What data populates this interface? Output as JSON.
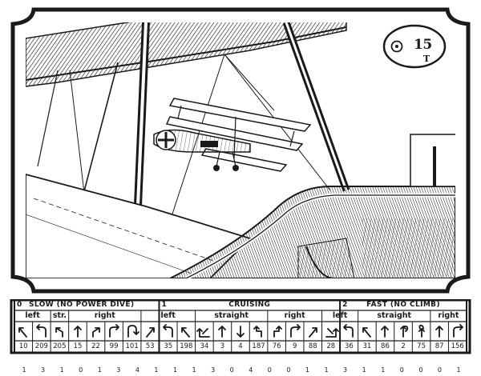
{
  "card": {
    "badge_number": "15",
    "badge_letter": "T"
  },
  "sections": [
    {
      "id": "0",
      "label": "SLOW (NO POWER DIVE)"
    },
    {
      "id": "1",
      "label": "CRUISING"
    },
    {
      "id": "2",
      "label": "FAST (NO CLIMB)"
    }
  ],
  "subheaders": [
    {
      "label": "left",
      "span": 2
    },
    {
      "label": "str.",
      "span": 1
    },
    {
      "label": "right",
      "span": 4
    },
    {
      "label": "left",
      "span": 3
    },
    {
      "label": "straight",
      "span": 4
    },
    {
      "label": "right",
      "span": 3
    },
    {
      "label": "left",
      "span": 2
    },
    {
      "label": "straight",
      "span": 4
    },
    {
      "label": "right",
      "span": 2
    }
  ],
  "maneuvers": [
    {
      "icon": "bank-left-icon",
      "value": "10"
    },
    {
      "icon": "turn-left-icon",
      "value": "209"
    },
    {
      "icon": "sideslip-left-icon",
      "value": "205"
    },
    {
      "icon": "straight-icon",
      "value": "15"
    },
    {
      "icon": "sideslip-right-icon",
      "value": "22"
    },
    {
      "icon": "turn-right-icon",
      "value": "99"
    },
    {
      "icon": "tight-turn-right-icon",
      "value": "101"
    },
    {
      "icon": "bank-right-icon",
      "value": "53"
    },
    {
      "icon": "turn-left-icon",
      "value": "35"
    },
    {
      "icon": "bank-left-icon",
      "value": "198"
    },
    {
      "icon": "climb-left-icon",
      "value": "34"
    },
    {
      "icon": "straight-icon",
      "value": "3"
    },
    {
      "icon": "dive-icon",
      "value": "4"
    },
    {
      "icon": "slip-left-icon",
      "value": "187"
    },
    {
      "icon": "slip-right-icon",
      "value": "76"
    },
    {
      "icon": "turn-right-icon",
      "value": "9"
    },
    {
      "icon": "bank-right-icon",
      "value": "88"
    },
    {
      "icon": "climb-right-icon",
      "value": "28"
    },
    {
      "icon": "turn-left-icon",
      "value": "36"
    },
    {
      "icon": "bank-left-icon",
      "value": "31"
    },
    {
      "icon": "straight-icon",
      "value": "86"
    },
    {
      "icon": "immelmann-icon",
      "value": "2"
    },
    {
      "icon": "split-s-icon",
      "value": "75"
    },
    {
      "icon": "straight-icon",
      "value": "87"
    },
    {
      "icon": "turn-right-icon",
      "value": "156"
    }
  ],
  "footer_digits": [
    "1",
    "3",
    "1",
    "0",
    "1",
    "3",
    "4",
    "1",
    "1",
    "1",
    "3",
    "0",
    "4",
    "0",
    "0",
    "1",
    "1",
    "3",
    "1",
    "1",
    "0",
    "0",
    "0",
    "1"
  ]
}
